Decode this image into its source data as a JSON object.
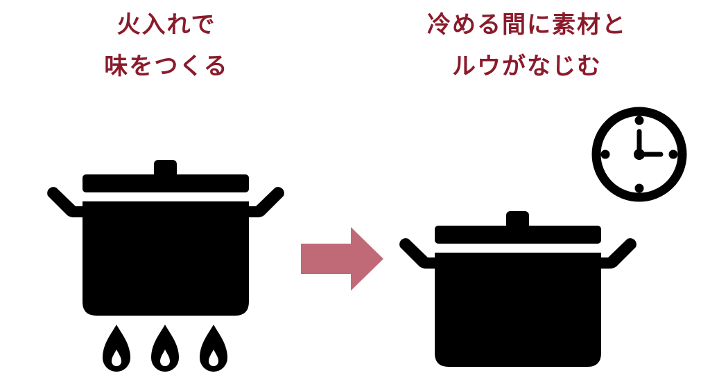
{
  "left_caption": {
    "line1": "火入れで",
    "line2": "味をつくる"
  },
  "right_caption": {
    "line1": "冷める間に素材と",
    "line2": "ルウがなじむ"
  },
  "icons": [
    "pot-on-stove-icon",
    "arrow-right-icon",
    "pot-icon",
    "clock-icon"
  ],
  "colors": {
    "caption": "#8b1a2a",
    "arrow": "#c06a78",
    "icon": "#000000"
  }
}
